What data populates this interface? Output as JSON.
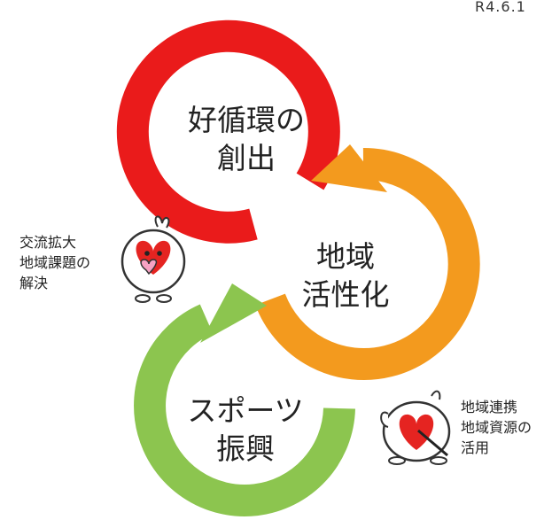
{
  "corner_text": "R4.6.1",
  "colors": {
    "red": "#ea1b1b",
    "orange": "#f39a1e",
    "green": "#8cc54f",
    "mascot_heart": "#e52421"
  },
  "cycle": [
    {
      "id": "red",
      "lines": [
        "好循環の",
        "創出"
      ]
    },
    {
      "id": "orange",
      "lines": [
        "地域",
        "活性化"
      ]
    },
    {
      "id": "green",
      "lines": [
        "スポーツ",
        "振興"
      ]
    }
  ],
  "side_notes": {
    "left": [
      "交流拡大",
      "地域課題の",
      "解決"
    ],
    "right": [
      "地域連携",
      "地域資源の",
      "活用"
    ]
  },
  "icons": [
    "mascot-heart-character-icon",
    "mascot-heart-character-pointing-icon"
  ]
}
